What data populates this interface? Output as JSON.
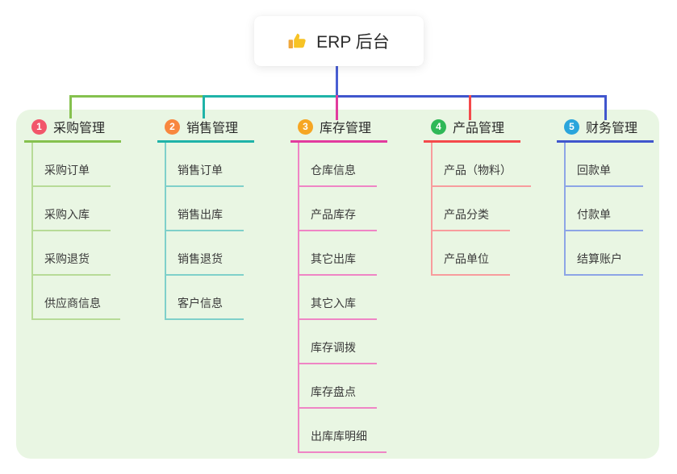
{
  "root": {
    "label": "ERP 后台",
    "icon": "thumbs-up-icon"
  },
  "canvas": {
    "background": "#e9f6e3"
  },
  "connector": {
    "trunk_color": "#4a5fd3"
  },
  "branches": [
    {
      "badge": "1",
      "title": "采购管理",
      "line_color": "#85c14e",
      "child_line_color": "#b7db97",
      "badge_color": "#f2566b",
      "children": [
        {
          "label": "采购订单"
        },
        {
          "label": "采购入库"
        },
        {
          "label": "采购退货"
        },
        {
          "label": "供应商信息"
        }
      ]
    },
    {
      "badge": "2",
      "title": "销售管理",
      "line_color": "#1fb3a8",
      "child_line_color": "#7fd0ca",
      "badge_color": "#f8873f",
      "children": [
        {
          "label": "销售订单"
        },
        {
          "label": "销售出库"
        },
        {
          "label": "销售退货"
        },
        {
          "label": "客户信息"
        }
      ]
    },
    {
      "badge": "3",
      "title": "库存管理",
      "line_color": "#e23b9e",
      "child_line_color": "#ef85c5",
      "badge_color": "#f6a623",
      "children": [
        {
          "label": "仓库信息"
        },
        {
          "label": "产品库存"
        },
        {
          "label": "其它出库"
        },
        {
          "label": "其它入库"
        },
        {
          "label": "库存调拨"
        },
        {
          "label": "库存盘点"
        },
        {
          "label": "出库库明细"
        }
      ]
    },
    {
      "badge": "4",
      "title": "产品管理",
      "line_color": "#f4494b",
      "child_line_color": "#f89c9d",
      "badge_color": "#2fb857",
      "children": [
        {
          "label": "产品（物料）"
        },
        {
          "label": "产品分类"
        },
        {
          "label": "产品单位"
        }
      ]
    },
    {
      "badge": "5",
      "title": "财务管理",
      "line_color": "#4056cd",
      "child_line_color": "#8da5e6",
      "badge_color": "#2aa5dc",
      "children": [
        {
          "label": "回款单"
        },
        {
          "label": "付款单"
        },
        {
          "label": "结算账户"
        }
      ]
    }
  ]
}
